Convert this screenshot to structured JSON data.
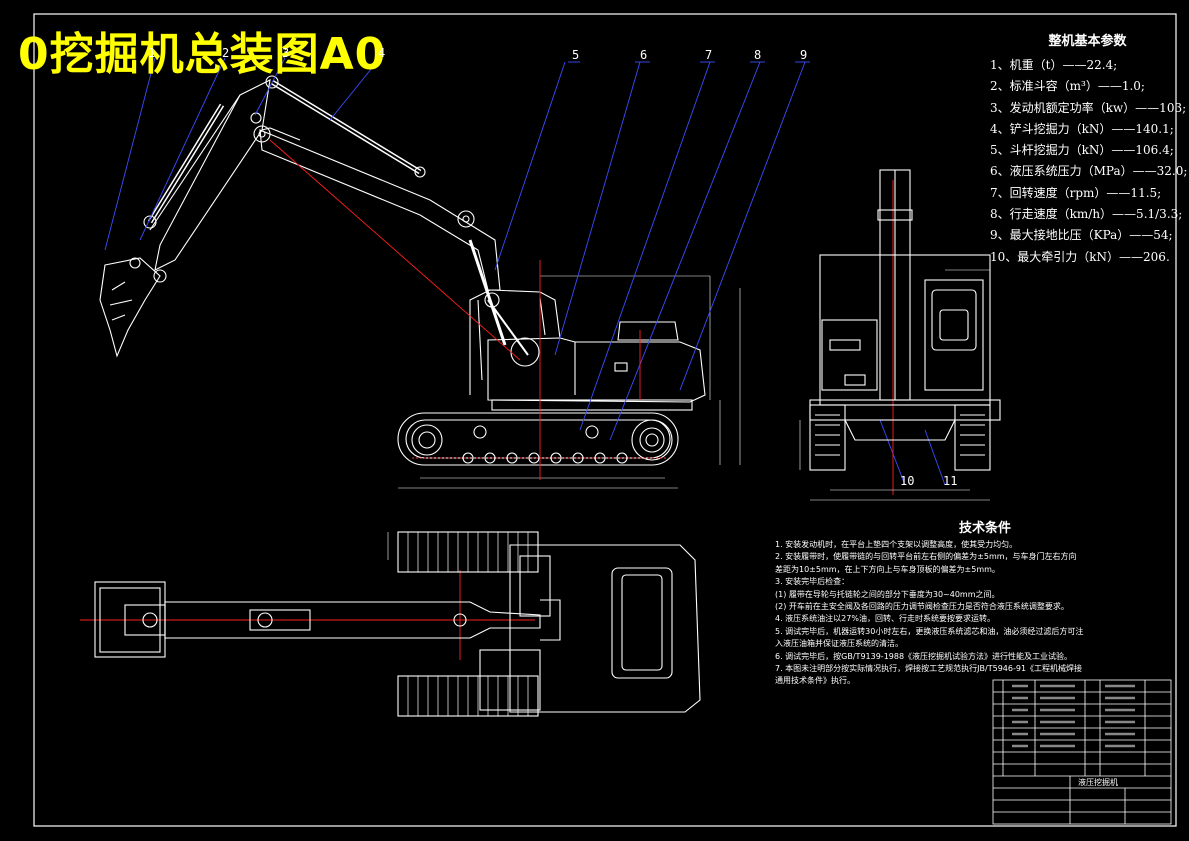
{
  "title": "0挖掘机总装图A0",
  "params": {
    "heading": "整机基本参数",
    "items": [
      "1、机重（t）——22.4;",
      "2、标准斗容（m³）——1.0;",
      "3、发动机额定功率（kw）——103;",
      "4、铲斗挖掘力（kN）——140.1;",
      "5、斗杆挖掘力（kN）——106.4;",
      "6、液压系统压力（MPa）——32.0;",
      "7、回转速度（rpm）——11.5;",
      "8、行走速度（km/h）——5.1/3.3;",
      "9、最大接地比压（KPa）——54;",
      "10、最大牵引力（kN）——206."
    ]
  },
  "tech": {
    "heading": "技术条件",
    "items": [
      "1. 安装发动机时，在平台上垫四个支架以调整高度，使其受力均匀。",
      "2. 安装履带时，使履带链的与回转平台前左右侧的偏差为±5mm，与车身门左右方向",
      "   差距为10±5mm，在上下方向上与车身顶板的偏差为±5mm。",
      "3. 安装完毕后检查：",
      "   (1) 履带在导轮与托链轮之间的部分下垂度为30~40mm之间。",
      "   (2) 开车前在主安全阀及各回路的压力调节阀检查压力是否符合液压系统调整要求。",
      "4. 液压系统油注以27%油，回转、行走时系统要按要求运转。",
      "5. 调试完毕后，机器运转30小时左右，更换液压系统滤芯和油，油必须经过滤后方可注",
      "   入液压油箱并保证液压系统的清洁。",
      "6. 调试完毕后，按GB/T9139-1988《液压挖掘机试验方法》进行性能及工业试验。",
      "7. 本图未注明部分按实际情况执行，焊接按工艺规范执行JB/T5946-91《工程机械焊接",
      "   通用技术条件》执行。"
    ]
  },
  "callouts": [
    "1",
    "2",
    "3",
    "4",
    "5",
    "6",
    "7",
    "8",
    "9",
    "10",
    "11"
  ],
  "title_block": {
    "name": "液压挖掘机"
  },
  "colors": {
    "background": "#000000",
    "lines": "#ffffff",
    "leaders": "#3b4cff",
    "centerlines": "#ff2020",
    "title": "#ffff00"
  }
}
